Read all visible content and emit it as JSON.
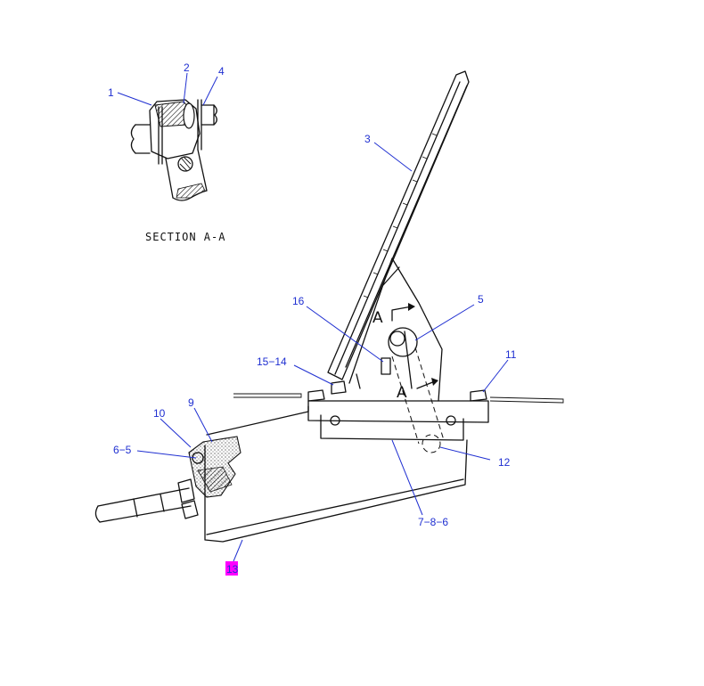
{
  "section_caption": "SECTION A-A",
  "section_letter": "A",
  "highlight_color": "#ff00ff",
  "callout_color": "#1f2fd1",
  "callouts": {
    "c1": "1",
    "c2": "2",
    "c4": "4",
    "c3": "3",
    "c16": "16",
    "c5": "5",
    "c15_14": "15−14",
    "c11": "11",
    "c10": "10",
    "c9": "9",
    "c6_5": "6−5",
    "c12": "12",
    "c7_8_6": "7−8−6",
    "c13": "13"
  }
}
